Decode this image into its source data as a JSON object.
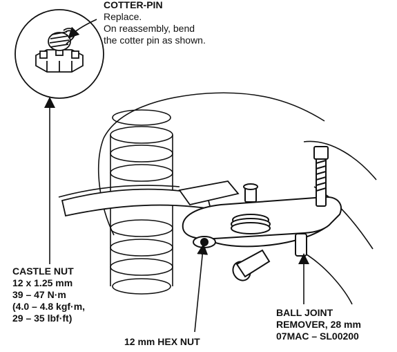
{
  "labels": {
    "cotter_pin": {
      "title": "COTTER-PIN",
      "line1": "Replace.",
      "line2": "On reassembly, bend",
      "line3": "the cotter pin as shown."
    },
    "castle_nut": {
      "title": "CASTLE NUT",
      "line1": "12 x 1.25 mm",
      "line2": "39 – 47 N·m",
      "line3": "(4.0 – 4.8 kgf·m,",
      "line4": "29 – 35 lbf·ft)"
    },
    "hex_nut": {
      "title": "12 mm HEX NUT"
    },
    "ball_joint_remover": {
      "line1": "BALL JOINT",
      "line2": "REMOVER, 28 mm",
      "line3": "07MAC – SL00200"
    }
  },
  "colors": {
    "ink": "#111111",
    "paper": "#ffffff"
  }
}
